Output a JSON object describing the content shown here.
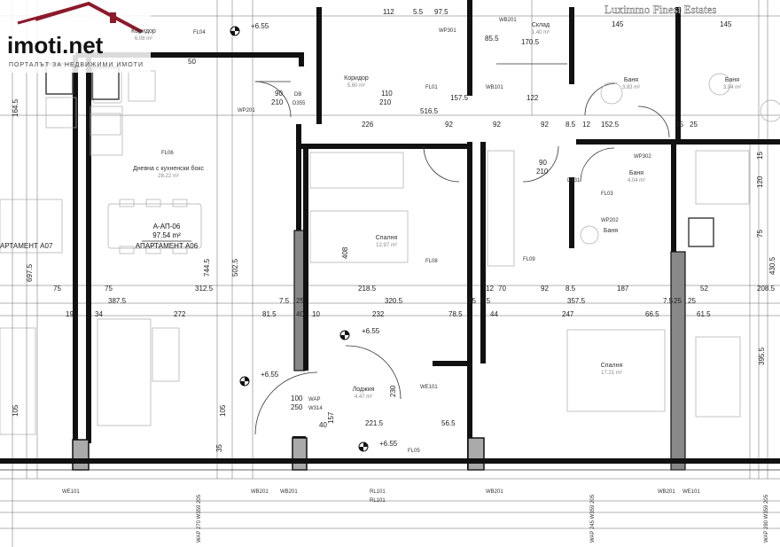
{
  "logo": {
    "text": "imoti.net",
    "subtitle": "ПОРТАЛЪТ ЗА НЕДВИЖИМИ ИМОТИ"
  },
  "watermark": "Luximmo Finest Estates",
  "elevations": [
    "+6.55",
    "+6.55",
    "+6.55",
    "+6.55"
  ],
  "apartment": {
    "code": "А-АП-06",
    "area": "97.54 m²",
    "name": "АПАРТАМЕНТ А06"
  },
  "neighbor_label": "АРТАМЕНТ А07",
  "rooms": [
    {
      "name": "Коридор",
      "area": "6.08 m²"
    },
    {
      "name": "Коридор",
      "area": "5.60 m²"
    },
    {
      "name": "Склад",
      "area": "1.40 m²"
    },
    {
      "name": "Баня",
      "area": "3.83 m²"
    },
    {
      "name": "Баня",
      "area": "3.94 m²"
    },
    {
      "name": "Дневна с кухненски бокс",
      "area": "28.22 m²"
    },
    {
      "name": "Спалня",
      "area": "12.97 m²"
    },
    {
      "name": "Баня",
      "area": "4.04 m²"
    },
    {
      "name": "Баня",
      "area": ""
    },
    {
      "name": "Спалня",
      "area": "17.21 m²"
    },
    {
      "name": "Лоджия",
      "area": "4.47 m²"
    }
  ],
  "dims_top": [
    "112",
    "5.5",
    "97.5",
    "170.5",
    "85.5",
    "145",
    "145",
    "50"
  ],
  "dims_mid": [
    "90",
    "210",
    "110",
    "210",
    "157.5",
    "516.5",
    "122",
    "152.5",
    "226",
    "92",
    "92",
    "92",
    "8.5",
    "12",
    "25",
    "25"
  ],
  "dims_row1": [
    "75",
    "75",
    "312.5",
    "218.5",
    "320.5",
    "12",
    "70",
    "92",
    "8.5",
    "187",
    "52",
    "208.5"
  ],
  "dims_row2": [
    "387.5",
    "7.5",
    "25",
    "25",
    "7.5",
    "357.5",
    "7.5",
    "25",
    "25"
  ],
  "dims_row3": [
    "19",
    "34",
    "272",
    "81.5",
    "40",
    "10",
    "232",
    "78.5",
    "44",
    "247",
    "66.5",
    "61.5"
  ],
  "dims_vertical": [
    "164.5",
    "697.5",
    "744.5",
    "502.5",
    "408",
    "105",
    "105",
    "395.5",
    "430.5",
    "75",
    "120",
    "15",
    "157",
    "35"
  ],
  "dims_low": [
    "221.5",
    "56.5",
    "100",
    "250",
    "40",
    "230",
    "90",
    "210"
  ],
  "tags": [
    "WP301",
    "WP201",
    "WB201",
    "WB101",
    "FL01",
    "FL03",
    "FL04",
    "FL05",
    "FL06",
    "FL08",
    "FL09",
    "WE101",
    "WP302",
    "WP202",
    "DB",
    "D355",
    "D331",
    "WAP",
    "W314",
    "RL101"
  ],
  "bottom_marks": [
    "WE101",
    "WB201",
    "WB201",
    "RL101",
    "WB201",
    "WB201",
    "WE101",
    "WAP 270 W359 205",
    "WAP 245 W359 205",
    "WAP 280 W359 205"
  ]
}
